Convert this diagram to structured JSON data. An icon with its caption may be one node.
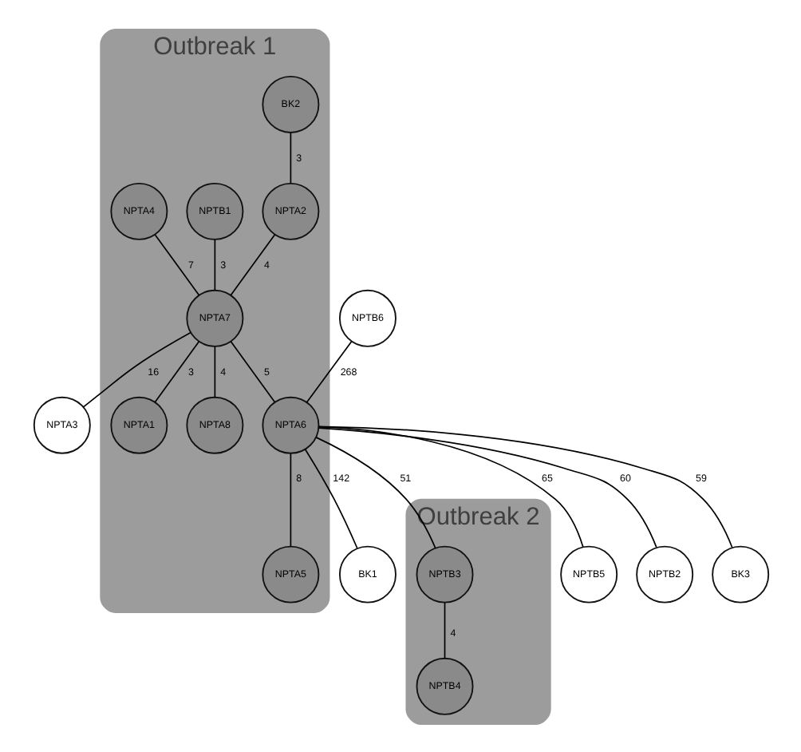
{
  "diagram": {
    "nodes": [
      {
        "text": [
          "Outbreak 1"
        ]
      },
      {
        "text": [
          "BK2"
        ],
        "in": 0
      },
      {
        "text": [
          "NPTB1"
        ],
        "in": 0
      },
      {
        "text": [
          "NPTA4"
        ],
        "in": 0
      },
      {
        "text": [
          "NPTA2"
        ],
        "in": 0
      },
      {
        "text": [
          "NPTA3"
        ]
      },
      {
        "text": [
          "NPTA7"
        ],
        "in": 0
      },
      {
        "text": [
          "NPTA1"
        ],
        "in": 0
      },
      {
        "text": [
          "NPTA8"
        ],
        "in": 0
      },
      {
        "text": [
          "NPTB6"
        ]
      },
      {
        "text": [
          "NPTA6"
        ],
        "in": 0
      },
      {
        "text": [
          "BK1"
        ]
      },
      {
        "text": [
          "Outbreak 2"
        ]
      },
      {
        "text": [
          "NPTA5"
        ],
        "in": 0
      },
      {
        "text": [
          "NPTB3"
        ],
        "in": 12
      },
      {
        "text": [
          "NPTB5"
        ]
      },
      {
        "text": [
          "NPTB4"
        ],
        "in": 12
      },
      {
        "text": [
          "NPTB2"
        ]
      },
      {
        "text": [
          "BK3"
        ]
      }
    ],
    "edges": [
      {
        "from": 1,
        "to": 4,
        "arrow": "none",
        "label": "3"
      },
      {
        "from": 4,
        "to": 6,
        "arrow": "none",
        "label": "4"
      },
      {
        "from": 2,
        "to": 6,
        "arrow": "none",
        "label": "3"
      },
      {
        "from": 3,
        "to": 6,
        "arrow": "none",
        "label": "7"
      },
      {
        "from": 6,
        "to": 5,
        "arrow": "none",
        "label": "16"
      },
      {
        "from": 6,
        "to": 7,
        "arrow": "none",
        "label": "3"
      },
      {
        "from": 6,
        "to": 8,
        "arrow": "none",
        "label": "4"
      },
      {
        "from": 6,
        "to": 10,
        "arrow": "none",
        "label": "5"
      },
      {
        "from": 9,
        "to": 10,
        "arrow": "none",
        "label": "268"
      },
      {
        "from": 10,
        "to": 11,
        "arrow": "none",
        "label": "142"
      },
      {
        "from": 10,
        "to": 15,
        "arrow": "none",
        "label": "65"
      },
      {
        "from": 10,
        "to": 17,
        "arrow": "none",
        "label": "60"
      },
      {
        "from": 10,
        "to": 18,
        "arrow": "none",
        "label": "59"
      },
      {
        "from": 10,
        "to": 13,
        "arrow": "none",
        "label": "8"
      },
      {
        "from": 10,
        "to": 14,
        "arrow": "none",
        "label": "51"
      },
      {
        "from": 14,
        "to": 16,
        "arrow": "none",
        "label": "4"
      }
    ]
  }
}
